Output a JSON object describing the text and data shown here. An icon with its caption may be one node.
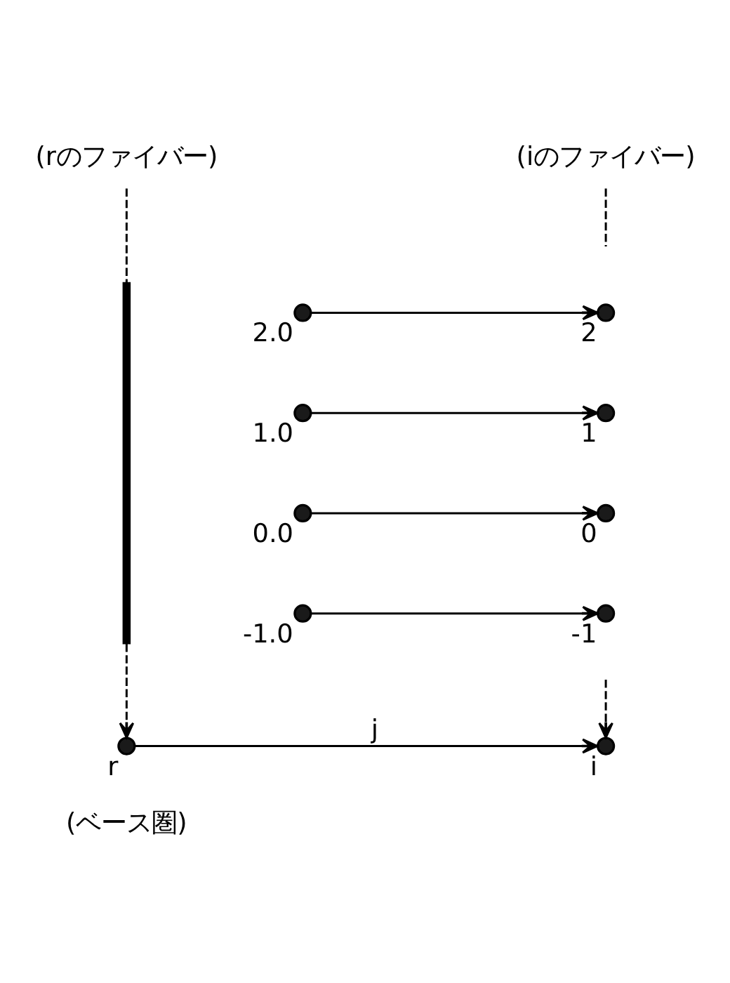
{
  "diagram": {
    "nodes": [
      {
        "text": [
          "(rのファイバー)"
        ]
      },
      {
        "text": [
          "(iのファイバー)"
        ]
      },
      {
        "text": [],
        "shape": "bar"
      },
      {
        "text": [],
        "shape": "circle",
        "beside": [
          "2.0"
        ]
      },
      {
        "text": [],
        "shape": "circle",
        "beside": [
          "1.0"
        ]
      },
      {
        "text": [],
        "shape": "circle",
        "beside": [
          "0.0"
        ]
      },
      {
        "text": [],
        "shape": "circle",
        "beside": [
          "-1.0"
        ]
      },
      {
        "text": [],
        "shape": "circle",
        "beside": [
          "2"
        ]
      },
      {
        "text": [],
        "shape": "circle",
        "beside": [
          "1"
        ]
      },
      {
        "text": [],
        "shape": "circle",
        "beside": [
          "0"
        ]
      },
      {
        "text": [],
        "shape": "circle",
        "beside": [
          "-1"
        ]
      },
      {
        "text": [],
        "shape": "circle",
        "beside": [
          "r"
        ]
      },
      {
        "text": [],
        "shape": "circle",
        "beside": [
          "i"
        ]
      }
    ],
    "edges": [
      {
        "from": 0,
        "to": 2,
        "arrow": "none",
        "style": "dashed"
      },
      {
        "from": 1,
        "to": null,
        "arrow": "none",
        "style": "dashed"
      },
      {
        "from": 3,
        "to": 7,
        "arrow": "to"
      },
      {
        "from": 4,
        "to": 8,
        "arrow": "to"
      },
      {
        "from": 5,
        "to": 9,
        "arrow": "to"
      },
      {
        "from": 6,
        "to": 10,
        "arrow": "to"
      },
      {
        "from": 2,
        "to": 11,
        "arrow": "to",
        "style": "dashed"
      },
      {
        "from": null,
        "to": 12,
        "arrow": "to",
        "style": "dashed"
      },
      {
        "from": 11,
        "to": 12,
        "arrow": "to",
        "label": "j"
      }
    ],
    "labels": [
      "(ベース圏)"
    ]
  }
}
